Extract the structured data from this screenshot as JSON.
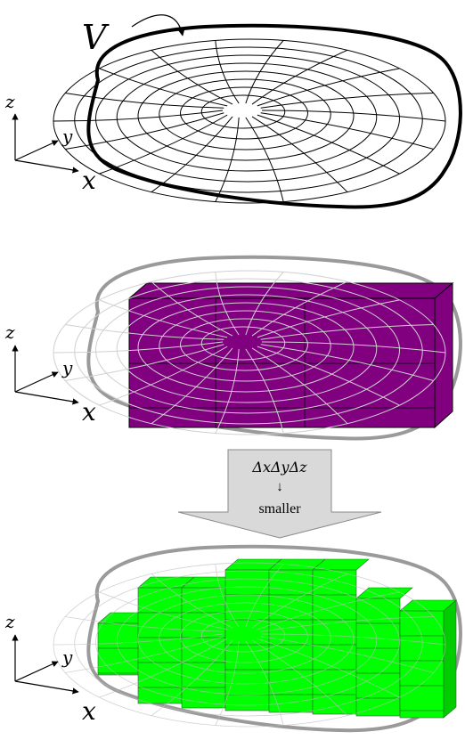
{
  "labels": {
    "volume": "V",
    "axis_x": "x",
    "axis_y": "y",
    "axis_z": "z",
    "arrow_line1": "ΔxΔyΔz",
    "arrow_line2": "↓",
    "arrow_line3": "smaller"
  },
  "colors": {
    "outline_black": "#000000",
    "outline_gray": "#9a9a9a",
    "mesh_gray": "#c8c8c8",
    "coarse_block": "#800080",
    "fine_block": "#00ff00",
    "fine_block_side": "#00cc00",
    "arrow_fill": "#d9d9d9",
    "arrow_stroke": "#8a8a8a"
  },
  "panels": [
    {
      "id": "continuous-volume",
      "block": "none"
    },
    {
      "id": "coarse-approximation",
      "block": "single-box"
    },
    {
      "id": "fine-approximation",
      "block": "voxels"
    }
  ]
}
